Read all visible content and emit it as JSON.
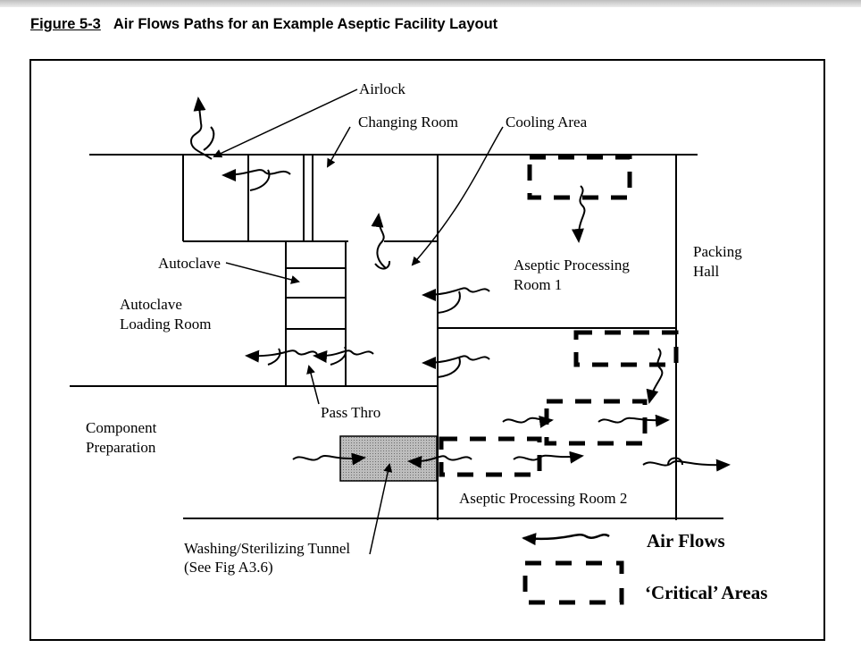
{
  "figure": {
    "number": "Figure 5-3",
    "title": "Air Flows Paths for an Example Aseptic Facility Layout"
  },
  "labels": {
    "airlock": "Airlock",
    "changing_room": "Changing Room",
    "cooling_area": "Cooling Area",
    "packing_hall_1": "Packing",
    "packing_hall_2": "Hall",
    "autoclave": "Autoclave",
    "aseptic1_line1": "Aseptic Processing",
    "aseptic1_line2": "Room 1",
    "autoclave_loading_1": "Autoclave",
    "autoclave_loading_2": "Loading Room",
    "pass_thro": "Pass Thro",
    "component_prep_1": "Component",
    "component_prep_2": "Preparation",
    "aseptic2": "Aseptic Processing Room 2",
    "washing_1": "Washing/Sterilizing Tunnel",
    "washing_2": "(See Fig A3.6)"
  },
  "legend": {
    "air_flows": "Air Flows",
    "critical_areas": "‘Critical’ Areas"
  }
}
